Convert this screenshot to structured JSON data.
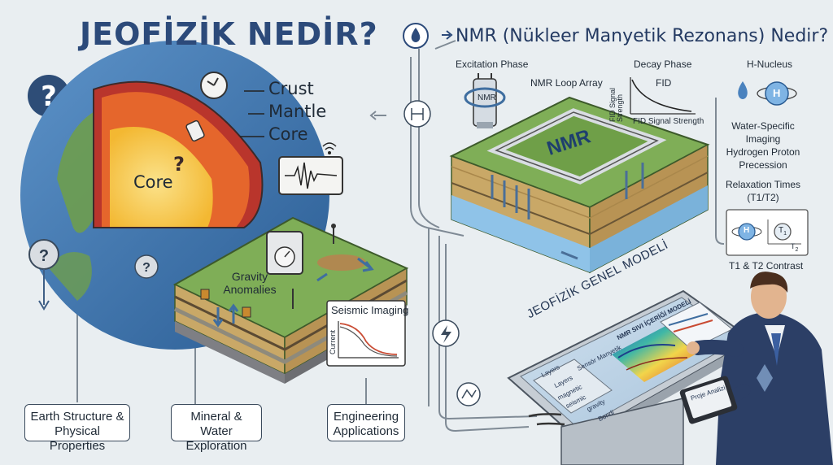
{
  "header": {
    "title": "JEOFİZİK NEDİR?",
    "nmr_title": "NMR (Nükleer Manyetik Rezonans) Nedir?"
  },
  "earth": {
    "layers": [
      "Crust",
      "Mantle",
      "Core"
    ],
    "core_label": "Core",
    "question_mark": "?"
  },
  "field": {
    "gravity_label": "Gravity\nAnomalies",
    "seismic_label": "Seismic Imaging",
    "seismic_axis": "Current"
  },
  "nmr": {
    "excitation_phase": "Excitation Phase",
    "decay_phase": "Decay Phase",
    "loop_array": "NMR Loop Array",
    "fid": "FID",
    "fid_signal_strength": "FID Signal Strength",
    "fid_signal_strength_axis": "FID Signal Strength",
    "coil_label": "NMR",
    "block_label": "NMR",
    "h_nucleus": "H-Nucleus",
    "h": "H",
    "water_specific": "Water-Specific\nImaging\nHydrogen Proton\nPrecession",
    "relaxation": "Relaxation Times\n(T1/T2)",
    "t1": "T",
    "t1_sub": "1",
    "t2_sub": "2",
    "contrast": "T1 & T2 Contrast"
  },
  "model": {
    "title": "JEOFİZİK GENEL MODELİ",
    "screen_title": "NMR SIVI İÇERİĞİ MODELİ",
    "tab_2": "Sensör Manyetik",
    "sidebar_header": "Layers",
    "layers_tab": "Layers",
    "layers": [
      "magnetic",
      "seismic",
      "gravity",
      "Bondi"
    ],
    "tablet_label": "Proje Analizi"
  },
  "bottom_boxes": [
    "Earth Structure &\nPhysical Properties",
    "Mineral & Water\nExploration",
    "Engineering\nApplications"
  ],
  "colors": {
    "title": "#2c4a7a",
    "crust": "#b9352c",
    "mantle": "#e5662c",
    "core": "#f6c340",
    "grass": "#7fae57",
    "water": "#8fc3e8"
  }
}
